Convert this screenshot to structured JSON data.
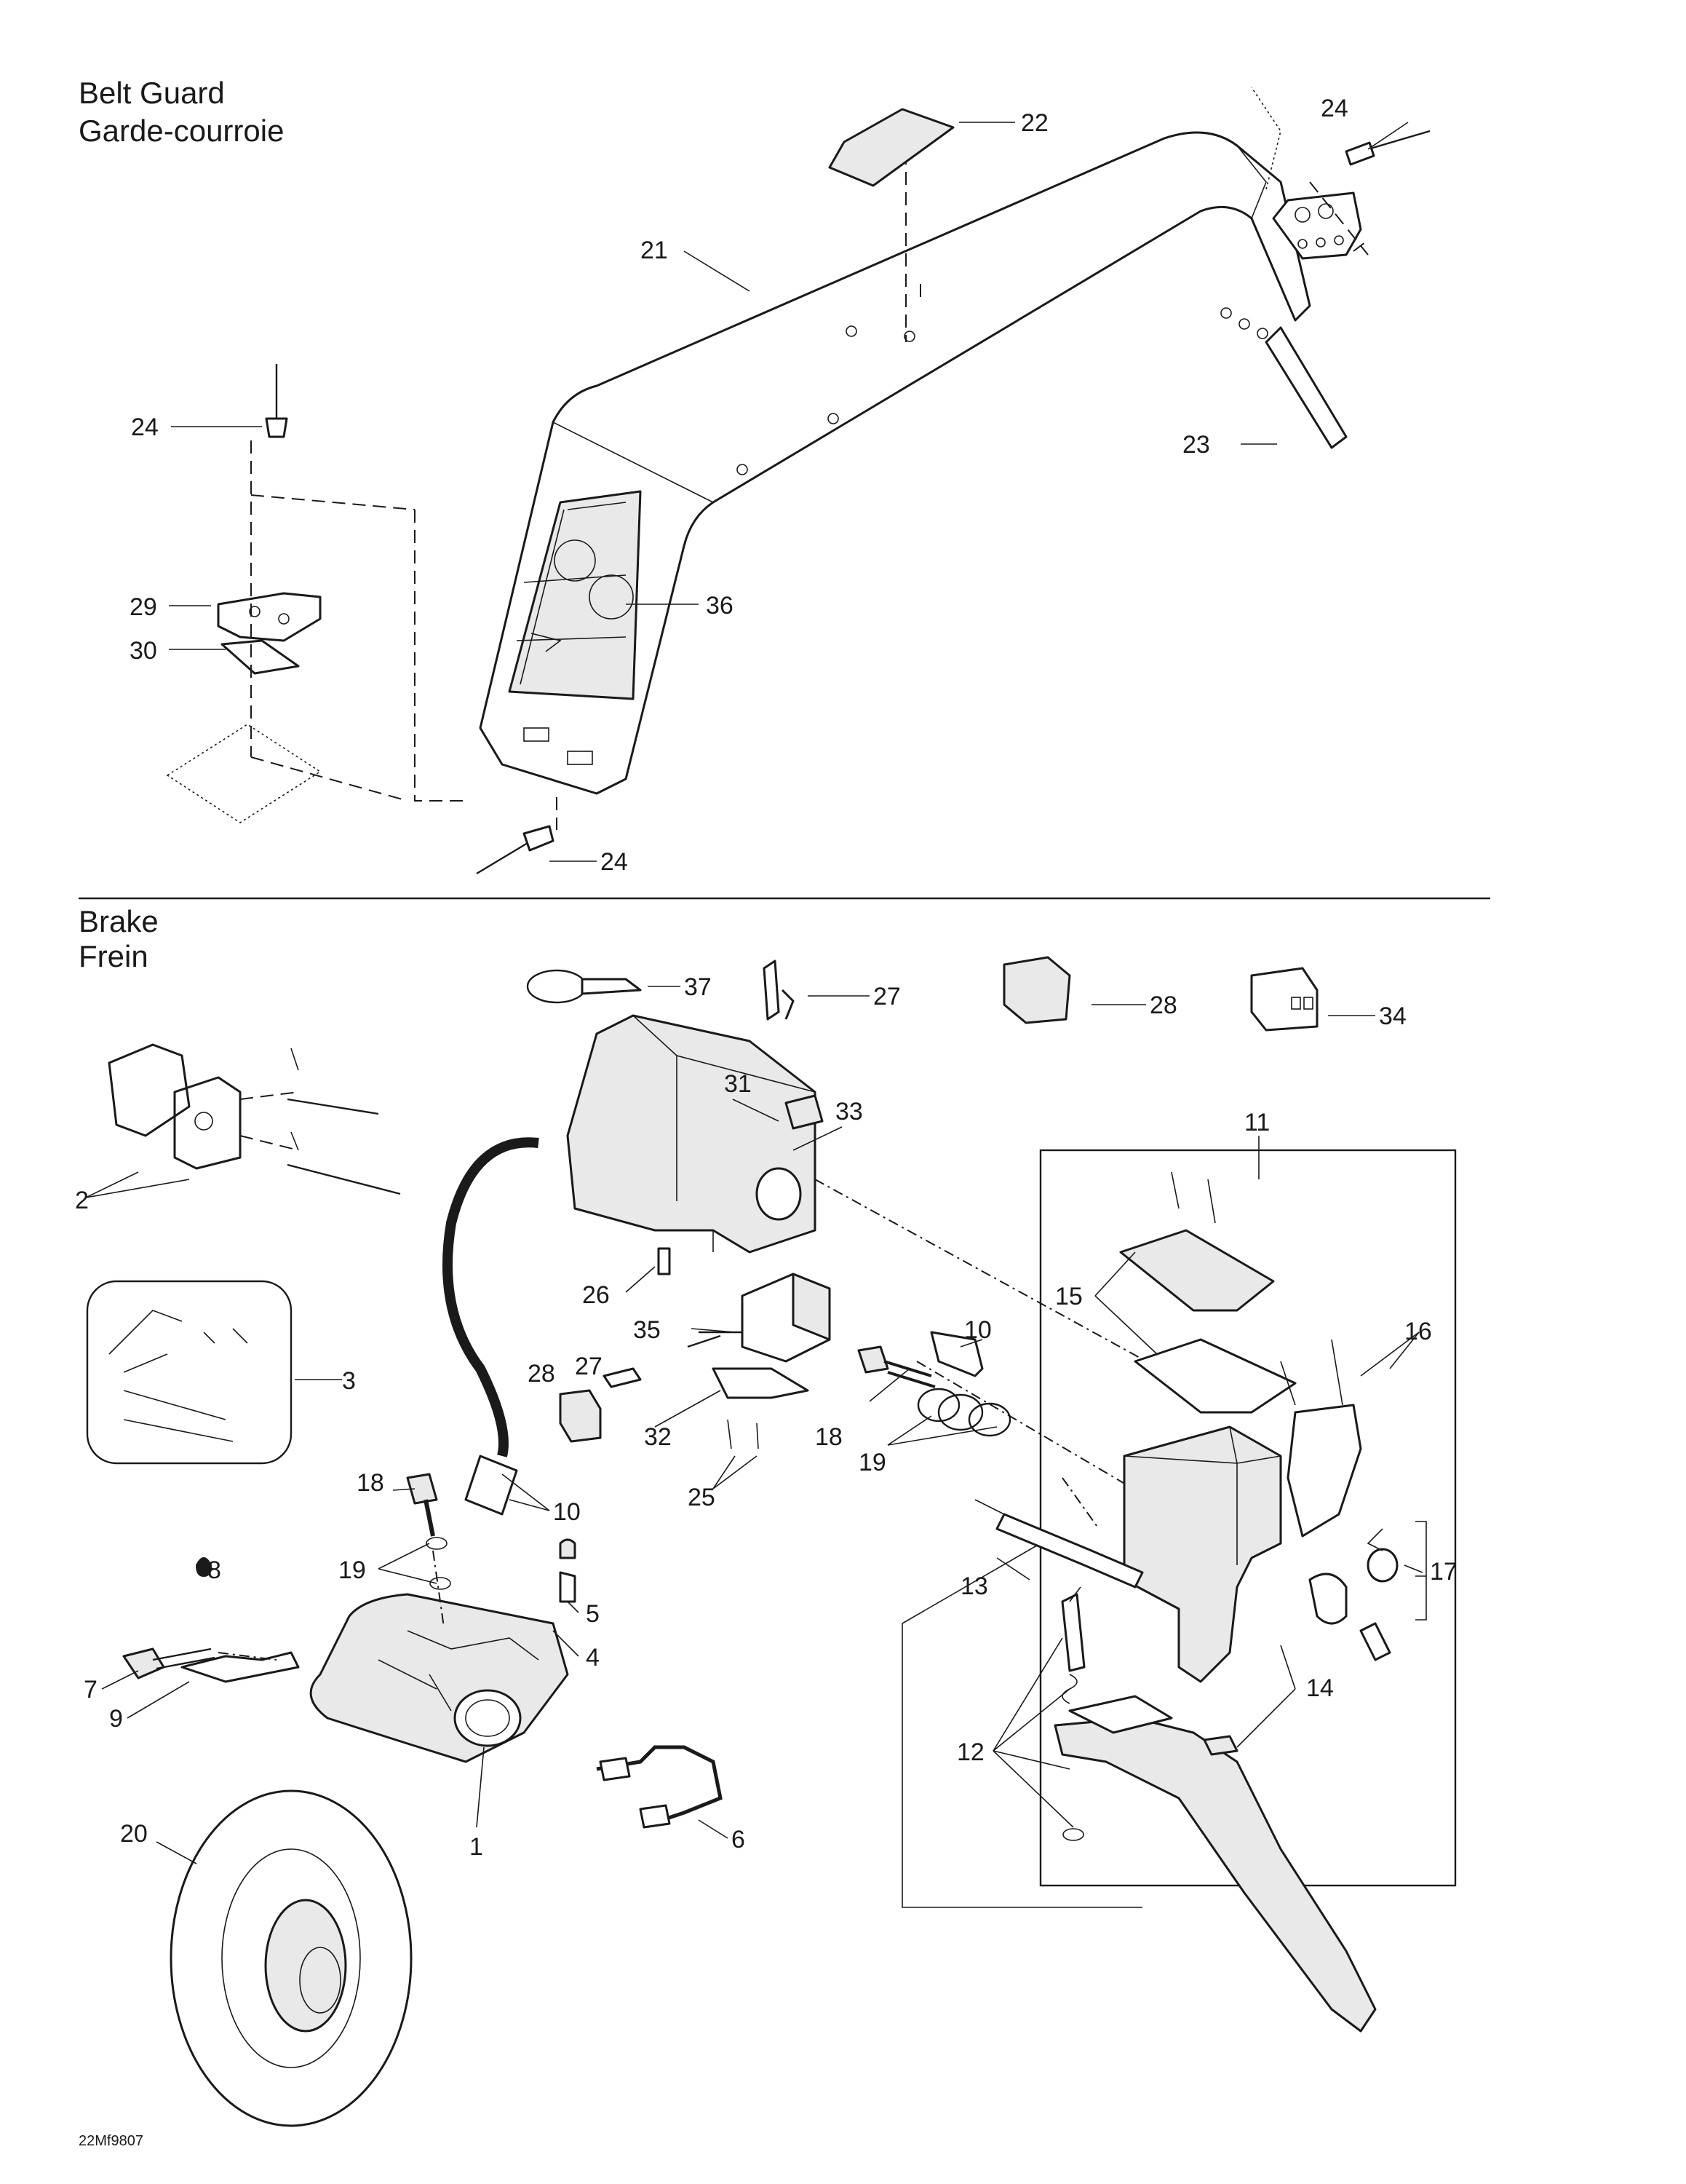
{
  "sections": {
    "belt_guard": {
      "title_en": "Belt Guard",
      "title_fr": "Garde-courroie"
    },
    "brake": {
      "title_en": "Brake",
      "title_fr": "Frein"
    }
  },
  "drawing_code": "22Mf9807",
  "callouts": {
    "c1": "1",
    "c2": "2",
    "c3": "3",
    "c4": "4",
    "c5": "5",
    "c6": "6",
    "c7": "7",
    "c8": "8",
    "c9": "9",
    "c10": "10",
    "c11": "11",
    "c12": "12",
    "c13": "13",
    "c14": "14",
    "c15": "15",
    "c16": "16",
    "c17": "17",
    "c18": "18",
    "c19": "19",
    "c20": "20",
    "c21": "21",
    "c22": "22",
    "c23": "23",
    "c24": "24",
    "c25": "25",
    "c26": "26",
    "c27": "27",
    "c28": "28",
    "c29": "29",
    "c30": "30",
    "c31": "31",
    "c32": "32",
    "c33": "33",
    "c34": "34",
    "c35": "35",
    "c36": "36",
    "c37": "37"
  }
}
